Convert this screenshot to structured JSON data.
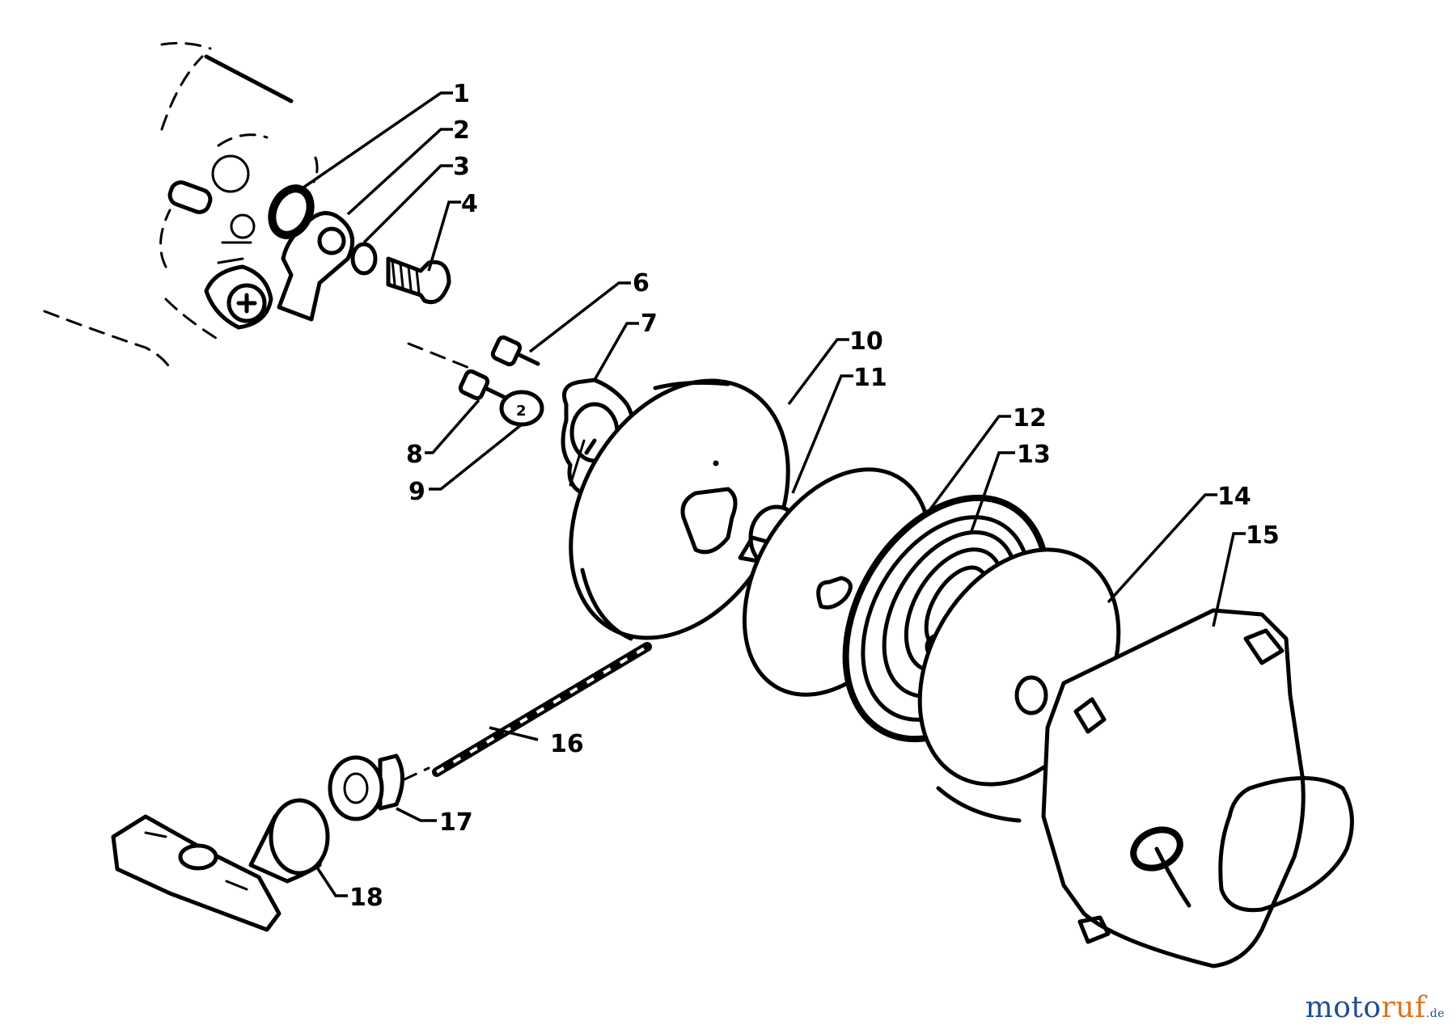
{
  "diagram": {
    "callouts": [
      {
        "id": "1",
        "text": "1"
      },
      {
        "id": "2",
        "text": "2"
      },
      {
        "id": "3",
        "text": "3"
      },
      {
        "id": "4",
        "text": "4"
      },
      {
        "id": "6",
        "text": "6"
      },
      {
        "id": "7",
        "text": "7"
      },
      {
        "id": "8",
        "text": "8"
      },
      {
        "id": "9",
        "text": "9"
      },
      {
        "id": "10",
        "text": "10"
      },
      {
        "id": "11",
        "text": "11"
      },
      {
        "id": "12",
        "text": "12"
      },
      {
        "id": "13",
        "text": "13"
      },
      {
        "id": "14",
        "text": "14"
      },
      {
        "id": "15",
        "text": "15"
      },
      {
        "id": "16",
        "text": "16"
      },
      {
        "id": "17",
        "text": "17"
      },
      {
        "id": "18",
        "text": "18"
      }
    ]
  },
  "watermark": {
    "brand_a": "moto",
    "brand_b": "ruf",
    "tld": ".de",
    "colors": {
      "primary": "#1f4f8f",
      "accent": "#e0731e"
    }
  }
}
